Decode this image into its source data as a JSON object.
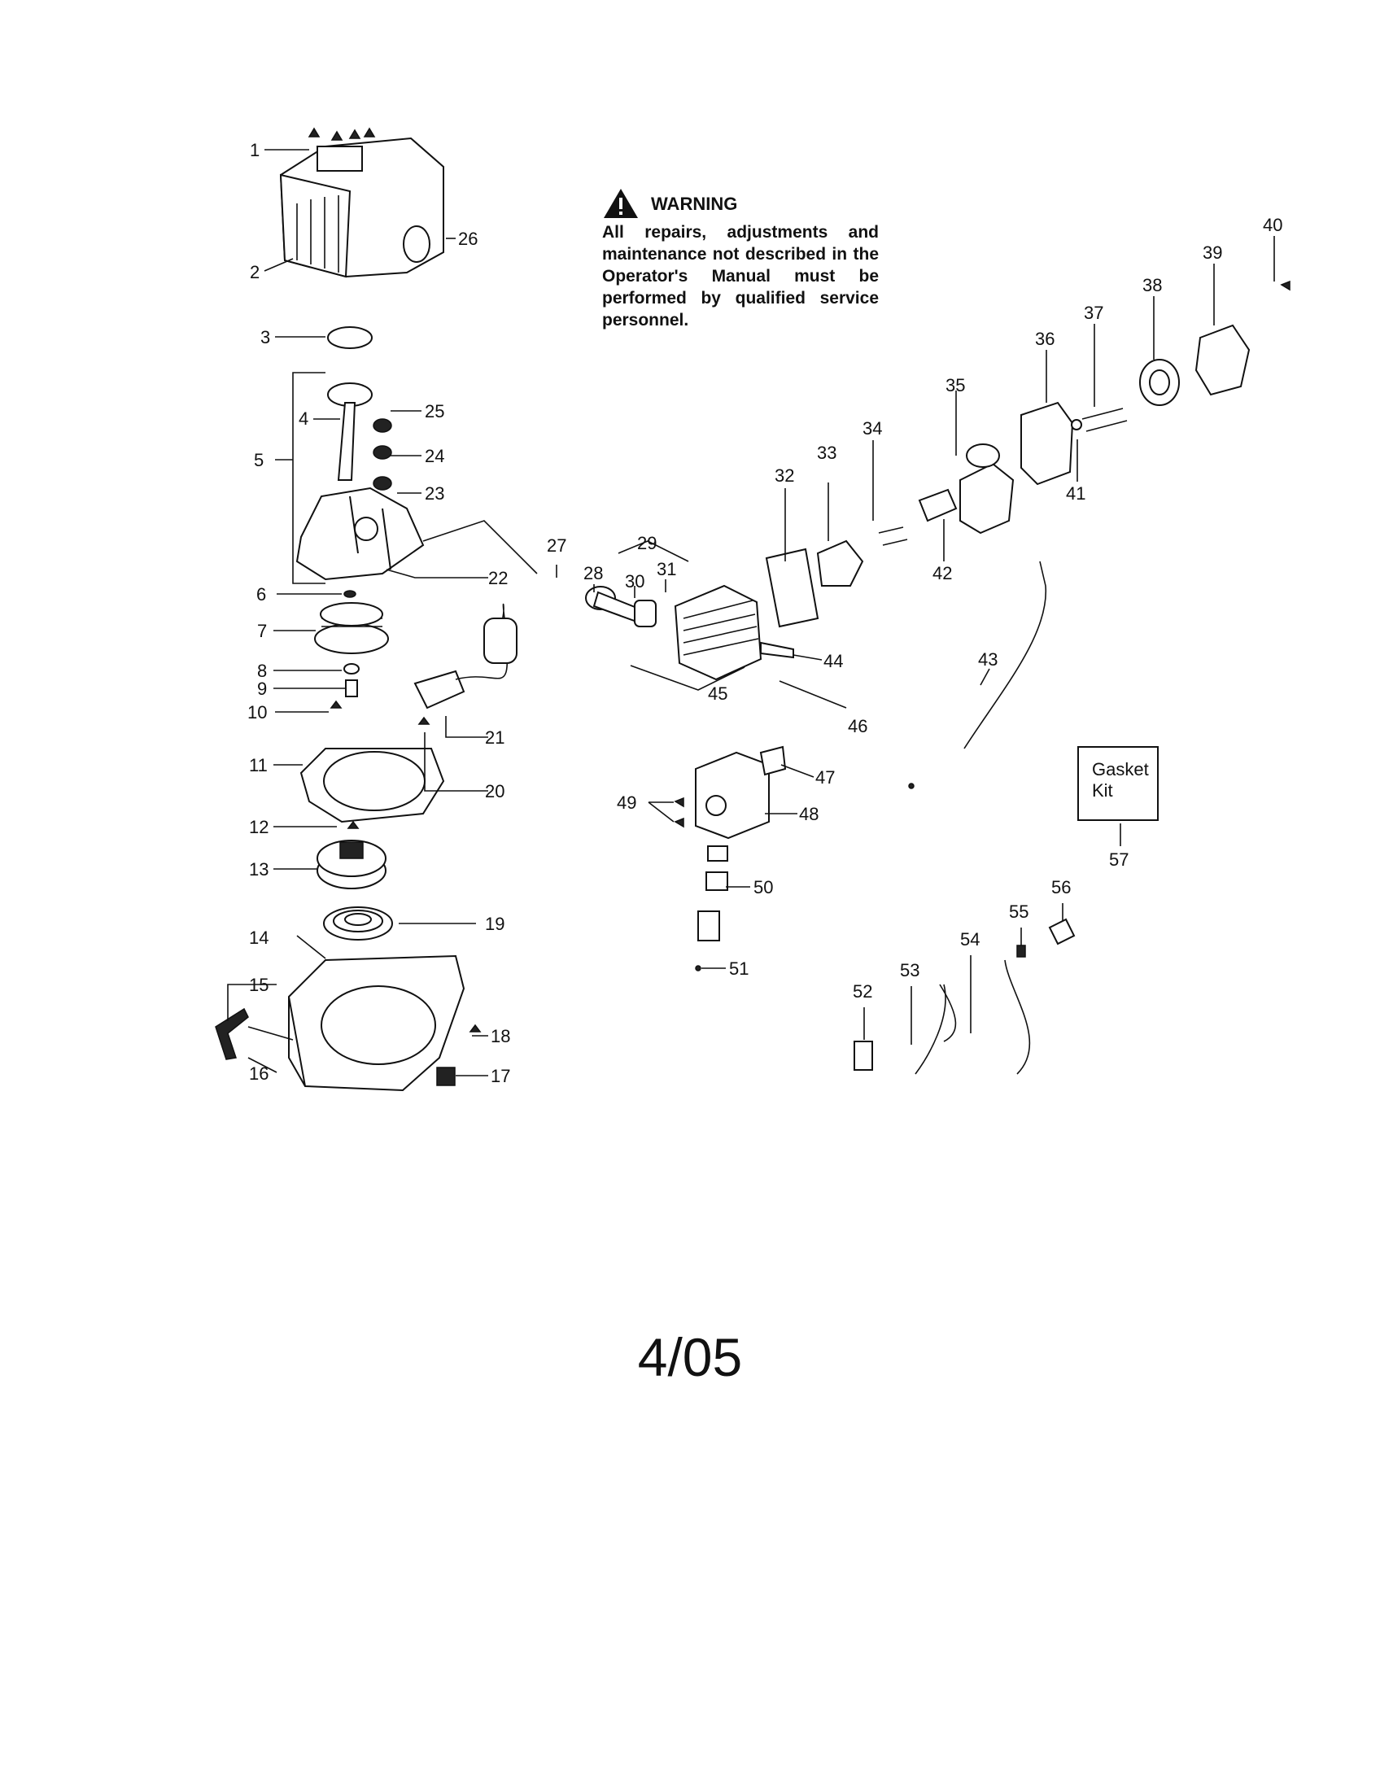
{
  "warning": {
    "title": "WARNING",
    "text": "All repairs, adjustments and maintenance not described in the Operator's Manual must be performed by qualified service personnel."
  },
  "kit_box": {
    "label_line1": "Gasket",
    "label_line2": "Kit"
  },
  "footer": {
    "date": "4/05"
  },
  "callouts": [
    "1",
    "2",
    "3",
    "4",
    "5",
    "6",
    "7",
    "8",
    "9",
    "10",
    "11",
    "12",
    "13",
    "14",
    "15",
    "16",
    "17",
    "18",
    "19",
    "20",
    "21",
    "22",
    "23",
    "24",
    "25",
    "26",
    "27",
    "28",
    "29",
    "30",
    "31",
    "32",
    "33",
    "34",
    "35",
    "36",
    "37",
    "38",
    "39",
    "40",
    "41",
    "42",
    "43",
    "44",
    "45",
    "46",
    "47",
    "48",
    "49",
    "50",
    "51",
    "52",
    "53",
    "54",
    "55",
    "56",
    "57"
  ]
}
